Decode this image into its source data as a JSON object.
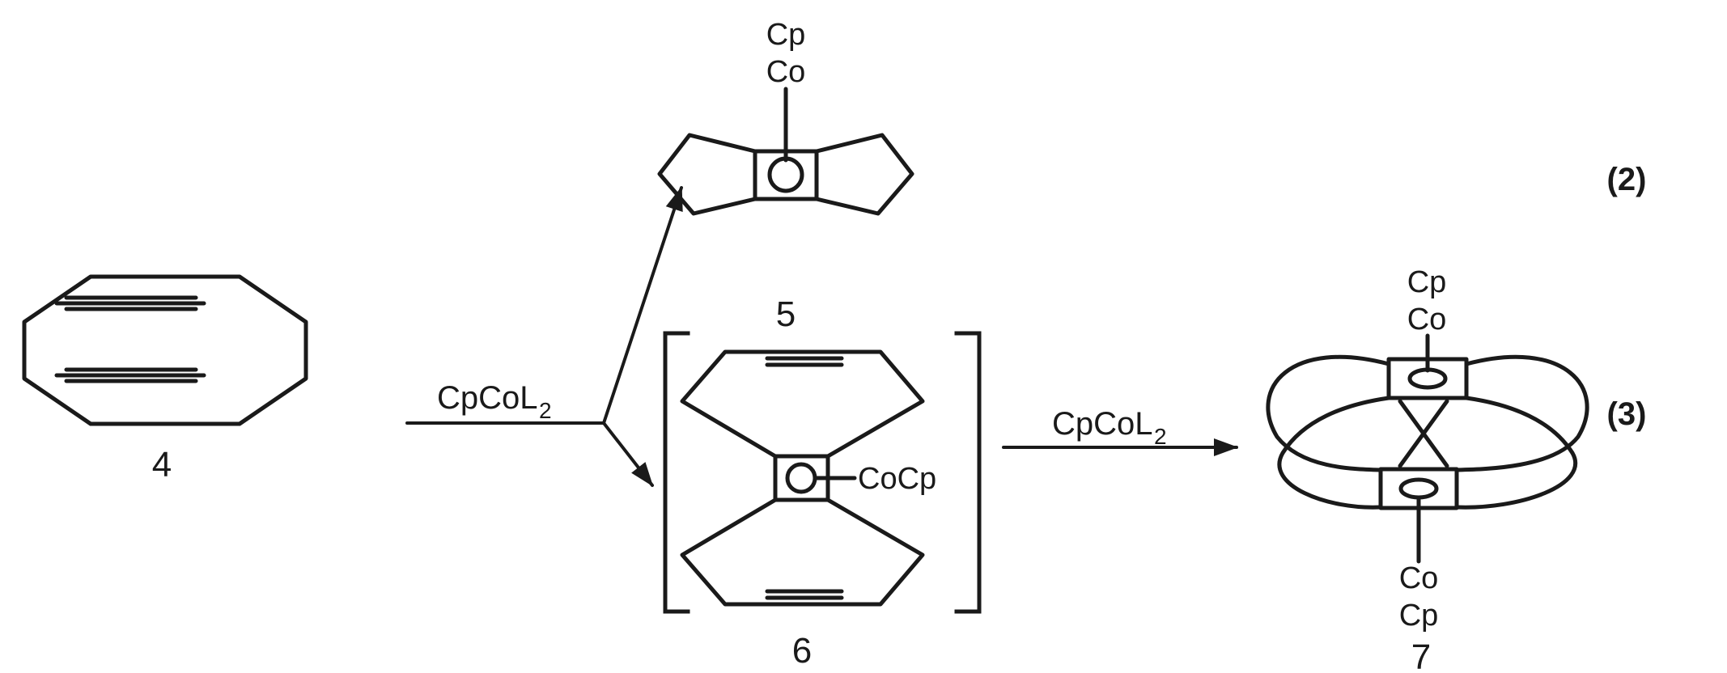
{
  "scheme": {
    "reagent": {
      "formula": "CpCoL",
      "subscript": "2"
    },
    "compounds": {
      "c4": {
        "number": "4"
      },
      "c5": {
        "number": "5",
        "ligand": "Cp",
        "metal": "Co"
      },
      "c6": {
        "number": "6",
        "metal_ligand": "CoCp"
      },
      "c7": {
        "number": "7",
        "top_ligand": "Cp",
        "top_metal": "Co",
        "bottom_metal": "Co",
        "bottom_ligand": "Cp"
      }
    },
    "equations": {
      "eq2": "(2)",
      "eq3": "(3)"
    }
  }
}
